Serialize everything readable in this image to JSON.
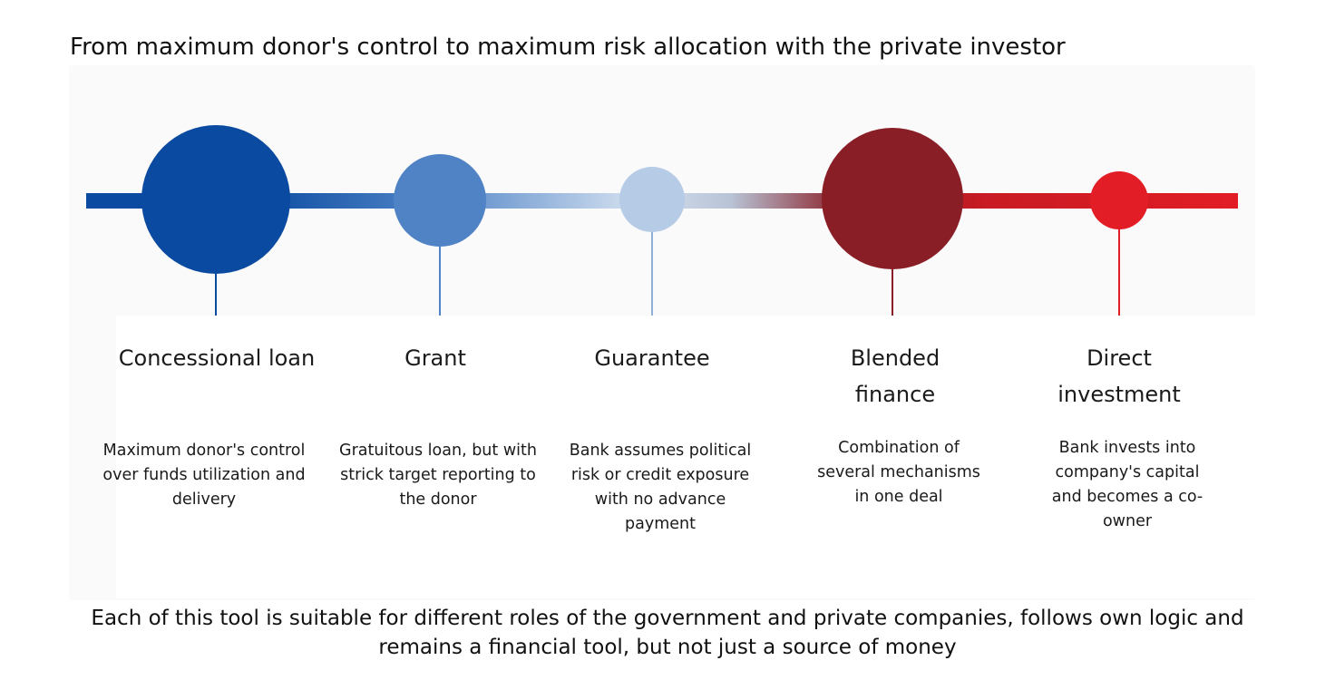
{
  "title": "From maximum donor's control to maximum risk allocation with the private investor",
  "colors": {
    "navy": "#0a4aa0",
    "mid_blue": "#4f83c6",
    "light_blue": "#b5cbe6",
    "dark_red": "#8a1e26",
    "red": "#e21d25"
  },
  "stages": [
    {
      "label": "Concessional loan",
      "description": "Maximum donor's control over funds utilization and delivery",
      "color": "#0a4aa0"
    },
    {
      "label": "Grant",
      "description": "Gratuitous loan, but with strick target reporting to the donor",
      "color": "#4f83c6"
    },
    {
      "label": "Guarantee",
      "description": "Bank assumes political risk or credit exposure with no advance payment",
      "color": "#b5cbe6"
    },
    {
      "label": "Blended finance",
      "description": "Combination of several mechanisms in one deal",
      "color": "#8a1e26"
    },
    {
      "label": "Direct investment",
      "description": "Bank invests into company's capital and becomes a co-owner",
      "color": "#e21d25"
    }
  ],
  "footer": "Each of this tool is suitable for different roles of the government and private companies, follows own logic and remains a financial tool, but not just a source of money"
}
